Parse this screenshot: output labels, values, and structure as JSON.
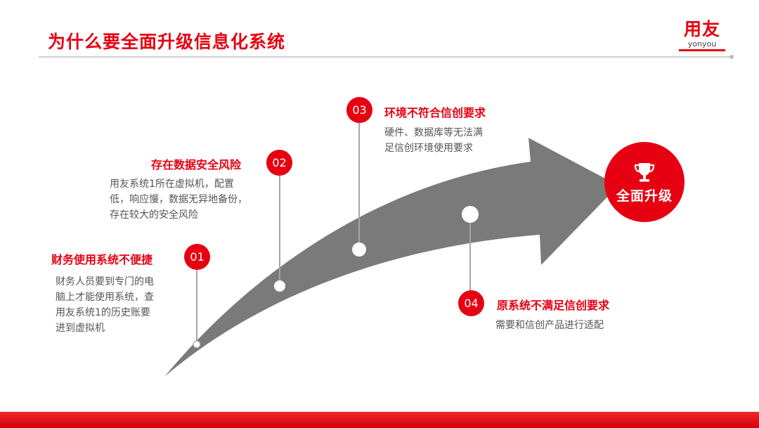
{
  "title": "为什么要全面升级信息化系统",
  "logo": {
    "main": "用友",
    "sub": "yonyou"
  },
  "items": [
    {
      "num": "01",
      "title": "财务使用系统不便捷",
      "lines": [
        "财务人员要到专门的电",
        "脑上才能使用系统，查",
        "用友系统1的历史账要",
        "进到虚拟机"
      ]
    },
    {
      "num": "02",
      "title": "存在数据安全风险",
      "lines": [
        "用友系统1所在虚拟机，配置",
        "低，响应慢，数据无异地备份，",
        "存在较大的安全风险"
      ]
    },
    {
      "num": "03",
      "title": "环境不符合信创要求",
      "lines": [
        "硬件、数据库等无法满",
        "足信创环境使用要求"
      ]
    },
    {
      "num": "04",
      "title": "原系统不满足信创要求",
      "lines": [
        "需要和信创产品进行适配"
      ]
    }
  ],
  "goal": {
    "label": "全面升级",
    "icon": "trophy-icon"
  },
  "colors": {
    "accent": "#e60012",
    "arrow": "#7a7a7a",
    "connector": "#a6a6a6"
  }
}
